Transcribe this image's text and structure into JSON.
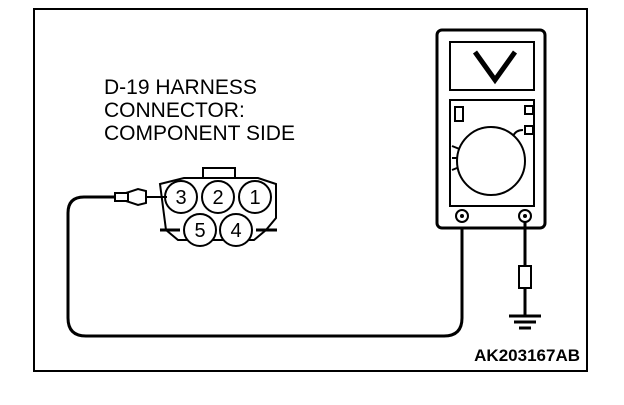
{
  "diagram": {
    "connector_label": {
      "line1": "D-19 HARNESS",
      "line2": "CONNECTOR:",
      "line3": "COMPONENT SIDE"
    },
    "connector_pins": {
      "top": [
        "3",
        "2",
        "1"
      ],
      "bottom": [
        "5",
        "4"
      ]
    },
    "meter_display_symbol": "V",
    "figure_code": "AK203167AB"
  }
}
